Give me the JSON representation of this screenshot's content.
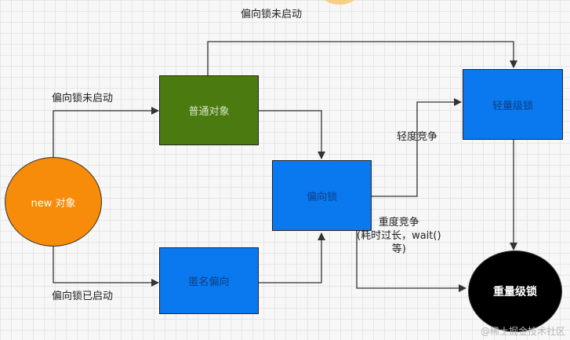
{
  "nodes": {
    "new_object": "new 对象",
    "normal_object": "普通对象",
    "anonymous_biased": "匿名偏向",
    "biased_lock": "偏向锁",
    "lightweight_lock": "轻量级锁",
    "heavyweight_lock": "重量级锁"
  },
  "edge_labels": {
    "top": "偏向锁未启动",
    "to_normal": "偏向锁未启动",
    "to_anonymous": "偏向锁已启动",
    "light_contention": "轻度竞争",
    "heavy_contention_line1": "重度竞争",
    "heavy_contention_line2": "(耗时过长，wait()",
    "heavy_contention_line3": "等)"
  },
  "colors": {
    "orange": "#f78b0a",
    "green": "#4a7a10",
    "blue": "#0a79ef",
    "black": "#000000"
  },
  "watermark": "@稀土掘金技术社区"
}
